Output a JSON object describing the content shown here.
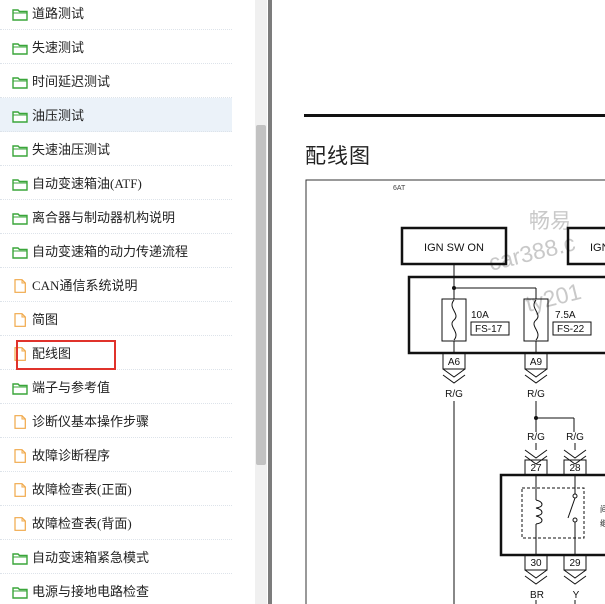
{
  "tree": {
    "items": [
      {
        "label": "道路测试",
        "icon": "folder-icon"
      },
      {
        "label": "失速测试",
        "icon": "folder-icon"
      },
      {
        "label": "时间延迟测试",
        "icon": "folder-icon"
      },
      {
        "label": "油压测试",
        "icon": "folder-icon"
      },
      {
        "label": "失速油压测试",
        "icon": "folder-icon"
      },
      {
        "label": "自动变速箱油(ATF)",
        "icon": "folder-icon"
      },
      {
        "label": "离合器与制动器机构说明",
        "icon": "folder-icon"
      },
      {
        "label": "自动变速箱的动力传递流程",
        "icon": "folder-icon"
      },
      {
        "label": "CAN通信系统说明",
        "icon": "document-icon"
      },
      {
        "label": "简图",
        "icon": "document-icon"
      },
      {
        "label": "配线图",
        "icon": "document-icon"
      },
      {
        "label": "端子与参考值",
        "icon": "folder-icon"
      },
      {
        "label": "诊断仪基本操作步骤",
        "icon": "document-icon"
      },
      {
        "label": "故障诊断程序",
        "icon": "document-icon"
      },
      {
        "label": "故障检查表(正面)",
        "icon": "document-icon"
      },
      {
        "label": "故障检查表(背面)",
        "icon": "document-icon"
      },
      {
        "label": "自动变速箱紧急模式",
        "icon": "folder-icon"
      },
      {
        "label": "电源与接地电路检查",
        "icon": "folder-icon"
      }
    ]
  },
  "document": {
    "title": "配线图",
    "diagram": {
      "header_label": "6AT",
      "box1_label": "IGN SW ON",
      "box2_label": "IGN",
      "fuse1_rating": "10A",
      "fuse1_id": "FS-17",
      "fuse2_rating": "7.5A",
      "fuse2_id": "FS-22",
      "pin_a6": "A6",
      "pin_a9": "A9",
      "wire_a6": "R/G",
      "wire_a9": "R/G",
      "wire_27": "R/G",
      "wire_28": "R/G",
      "pin_27": "27",
      "pin_28": "28",
      "pin_30": "30",
      "pin_29": "29",
      "wire_30": "BR",
      "wire_29": "Y",
      "side_char1": "间",
      "side_char2": "继",
      "watermark1": "畅易",
      "watermark2": "car388.c",
      "watermark3": "ty201"
    }
  },
  "colors": {
    "tree_highlight": "#ebf2f9",
    "selection_box": "#e0322b",
    "folder_green": "#3aa63a",
    "document_orange": "#f0a848"
  }
}
